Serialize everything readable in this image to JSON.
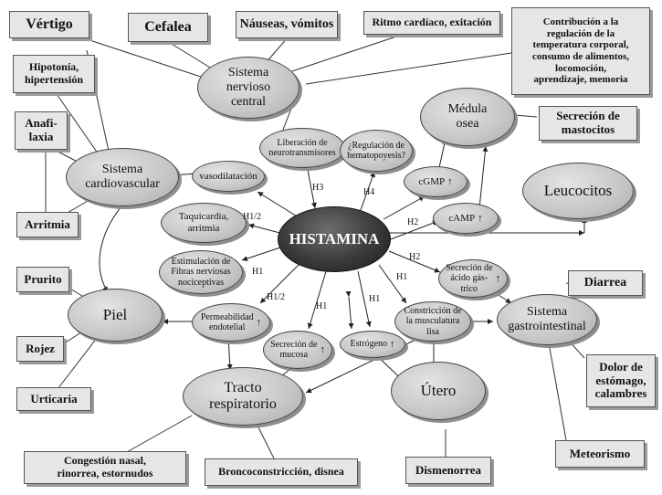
{
  "hub": "HISTAMINA",
  "boxes": {
    "vertigo": "Vértigo",
    "cefalea": "Cefalea",
    "nauseas": "Náuseas, vómitos",
    "ritmo": "Ritmo cardíaco, exitación",
    "contribucion": "Contribución a la\nregulación de la\ntemperatura corporal,\nconsumo de alimentos,\nlocomoción,\naprendizaje, memoria",
    "hipotonia": "Hipotonía,\nhipertensión",
    "anafilaxia": "Anafi-\nlaxia",
    "arritmia": "Arritmia",
    "secrecion_mastocitos": "Secreción de\nmastocitos",
    "prurito": "Prurito",
    "rojez": "Rojez",
    "urticaria": "Urticaria",
    "diarrea": "Diarrea",
    "dolor": "Dolor de\nestómago,\ncalambres",
    "meteorismo": "Meteorismo",
    "congestion": "Congestión nasal,\nrinorrea, estornudos",
    "bronco": "Broncoconstricción, disnea",
    "dismenorrea": "Dismenorrea"
  },
  "organs": {
    "snc": "Sistema\nnervioso\ncentral",
    "medula": "Médula\nosea",
    "cardio": "Sistema\ncardiovascular",
    "leucocitos": "Leucocitos",
    "piel": "Piel",
    "gastro": "Sistema\ngastrointestinal",
    "tracto": "Tracto\nrespiratorio",
    "utero": "Útero"
  },
  "effects": {
    "liberacion": "Liberación de\nneurotransmisores",
    "regulacion": "¿Regulación de\nhematopoyesis?",
    "cgmp": "cGMP",
    "camp": "cAMP",
    "vasodilatacion": "vasodilatación",
    "taquicardia": "Taquicardia,\narritmia",
    "estimulacion": "Estimulación de\nFibras nerviosas\nnociceptivas",
    "permeabilidad": "Permeabilidad\nendotelial",
    "mucosa": "Secreción de\nmucosa",
    "estrogeno": "Estrógeno",
    "constriccion": "Constricción de\nla musculatura\nlisa",
    "acido": "Secreción de\nácido gás-\ntrico"
  },
  "receptors": {
    "h3": "H3",
    "h4": "H4",
    "h1_2a": "H1/2",
    "h2a": "H2",
    "h2b": "H2",
    "h1a": "H1",
    "h1_2b": "H1/2",
    "h1b": "H1",
    "h1c": "H1",
    "h1d": "H1"
  }
}
